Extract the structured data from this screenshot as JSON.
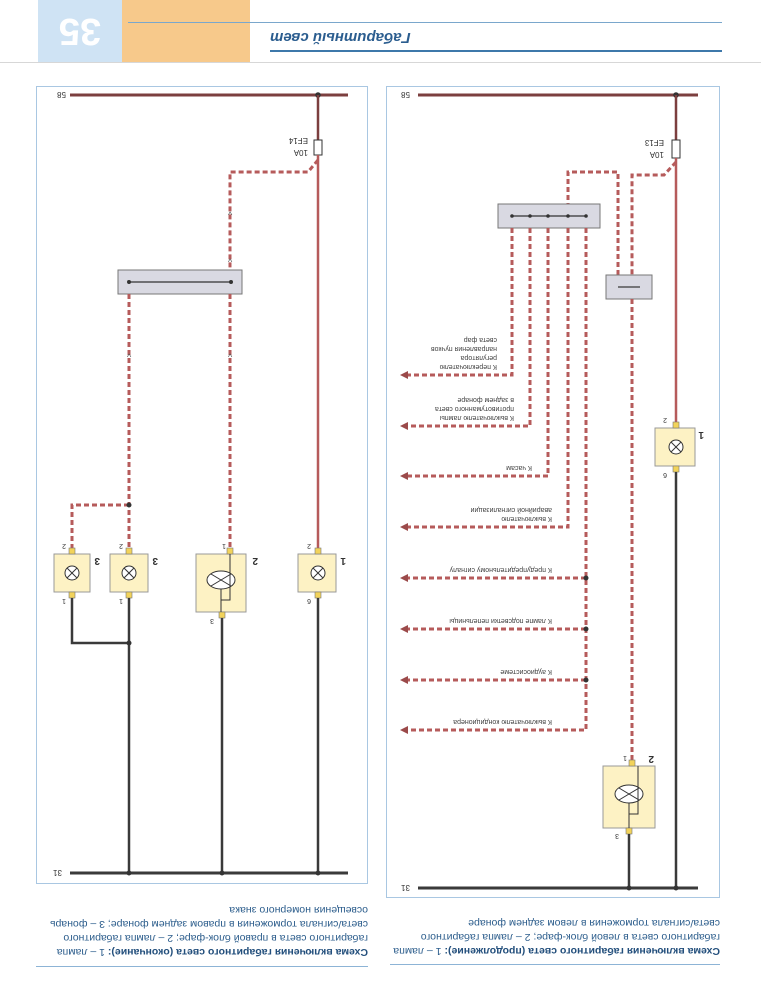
{
  "header": {
    "page_number": "35",
    "title": "Габаритный свет"
  },
  "left_diagram": {
    "bus_top_label": "58",
    "bus_bottom_label": "31",
    "fuse_name": "EF14",
    "fuse_rating": "10A",
    "lamps": [
      {
        "ref": "3",
        "pin_top": "2",
        "pin_bottom": "1"
      },
      {
        "ref": "3",
        "pin_top": "2",
        "pin_bottom": "1"
      },
      {
        "ref": "2",
        "pin_top": "1",
        "pin_bottom": "3"
      },
      {
        "ref": "1",
        "pin_top": "2",
        "pin_bottom": "6"
      }
    ]
  },
  "right_diagram": {
    "bus_top_label": "58",
    "bus_bottom_label": "31",
    "fuse_name": "EF13",
    "fuse_rating": "10A",
    "lamps": [
      {
        "ref": "1",
        "pin_top": "2",
        "pin_bottom": "6"
      },
      {
        "ref": "2",
        "pin_top": "1",
        "pin_bottom": "3"
      }
    ],
    "branch_labels": [
      {
        "lines": [
          "К переключателю",
          "регулятора",
          "направления пучков",
          "света фар"
        ]
      },
      {
        "lines": [
          "К выключателю лампы",
          "противотуманного света",
          "в заднем фонаре"
        ]
      },
      {
        "lines": [
          "К часам"
        ]
      },
      {
        "lines": [
          "К выключателю",
          "аварийной сигнализации"
        ]
      },
      {
        "lines": [
          "К предупредительному сигналу"
        ]
      },
      {
        "lines": [
          "К лампе подсветки пепельницы"
        ]
      },
      {
        "lines": [
          "К аудиосистеме"
        ]
      },
      {
        "lines": [
          "К выключателю кондиционера"
        ]
      }
    ]
  },
  "captions": {
    "left_bold": "Схема включения габаритного света (окончание):",
    "left_text": " 1 – лампа габаритного света в правой блок-фаре; 2 – лампа габаритного света/сигнала торможения в правом заднем фонаре; 3 – фонарь освещения номерного знака",
    "right_bold": "Схема включения габаритного света (продолжение):",
    "right_text": " 1 – лампа габаритного света в левой блок-фаре; 2 – лампа габаритного света/сигнала торможения в левом заднем фонаре"
  },
  "colors": {
    "bus_wire": "#7c3f3f",
    "red_wire": "#b65b5b",
    "ground_wire": "#3a3a3a",
    "caption": "#2c5d8c",
    "header_orange": "#f7c98b",
    "header_blue": "#cfe3f4",
    "lamp_fill": "#fdf2c4"
  }
}
